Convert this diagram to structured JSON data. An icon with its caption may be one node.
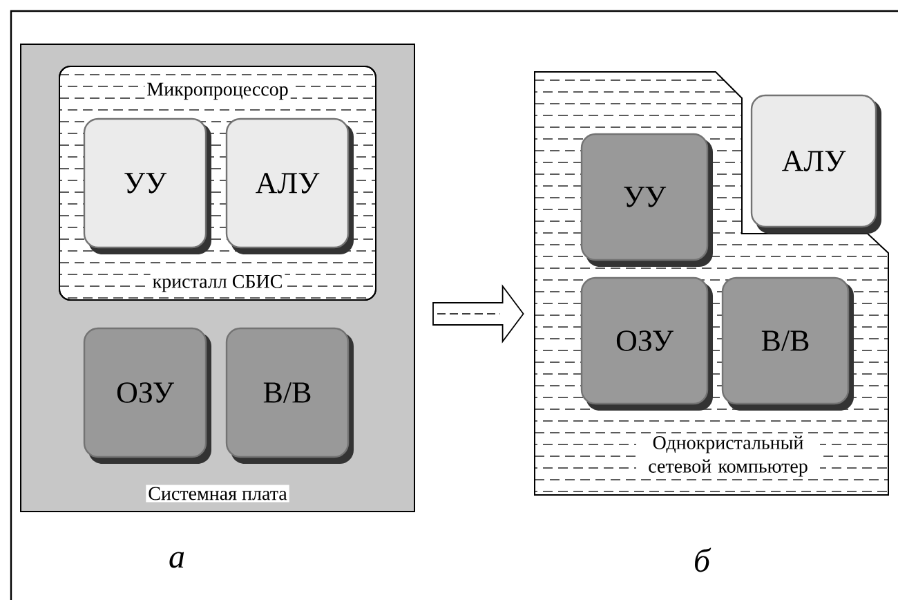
{
  "diagram": {
    "nodes": [
      {
        "text": [
          "Системная плата"
        ]
      },
      {
        "text": [
          "Микропроцессор",
          "кристалл СБИС"
        ],
        "in": 0
      },
      {
        "text": [
          "УУ"
        ],
        "in": 1
      },
      {
        "text": [
          "АЛУ"
        ],
        "in": 1
      },
      {
        "text": [
          "ОЗУ"
        ],
        "in": 0
      },
      {
        "text": [
          "В/В"
        ],
        "in": 0
      },
      {
        "text": [
          "Однокристальный сетевой компьютер"
        ]
      },
      {
        "text": [
          "АЛУ"
        ]
      },
      {
        "text": [
          "УУ"
        ],
        "in": 6
      },
      {
        "text": [
          "ОЗУ"
        ],
        "in": 6
      },
      {
        "text": [
          "В/В"
        ],
        "in": 6
      }
    ],
    "edges": [
      {
        "from": 0,
        "to": 6,
        "arrow": "to"
      }
    ],
    "labels": [
      "а",
      "б"
    ]
  }
}
